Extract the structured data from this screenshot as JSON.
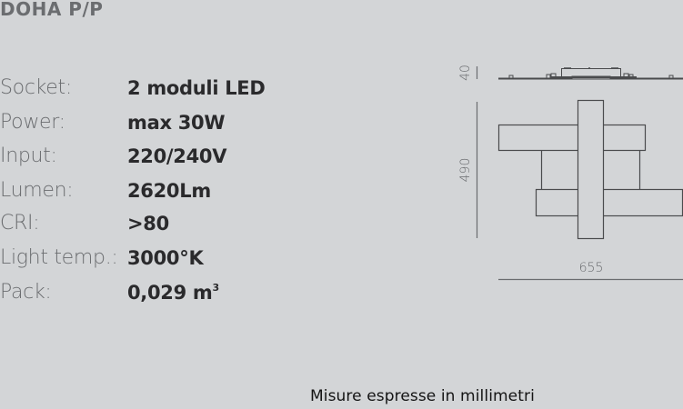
{
  "title": "DOHA P/P",
  "specs": [
    {
      "label": "Socket:",
      "value": "2 moduli LED"
    },
    {
      "label": "Power:",
      "value": "max 30W"
    },
    {
      "label": "Input:",
      "value": "220/240V"
    },
    {
      "label": "Lumen:",
      "value": "2620Lm"
    },
    {
      "label": "CRI:",
      "value": ">80"
    },
    {
      "label": "Light temp.:",
      "value": "3000°K"
    },
    {
      "label": "Pack:",
      "value": "0,029 m",
      "value_superscript": "3"
    }
  ],
  "drawing": {
    "height_dimension": "40",
    "depth_dimension": "490",
    "width_dimension": "655",
    "line_color": "#4a4b4d",
    "dimension_line_color": "#6a6c6f"
  },
  "footnote": "Misure espresse in millimetri"
}
